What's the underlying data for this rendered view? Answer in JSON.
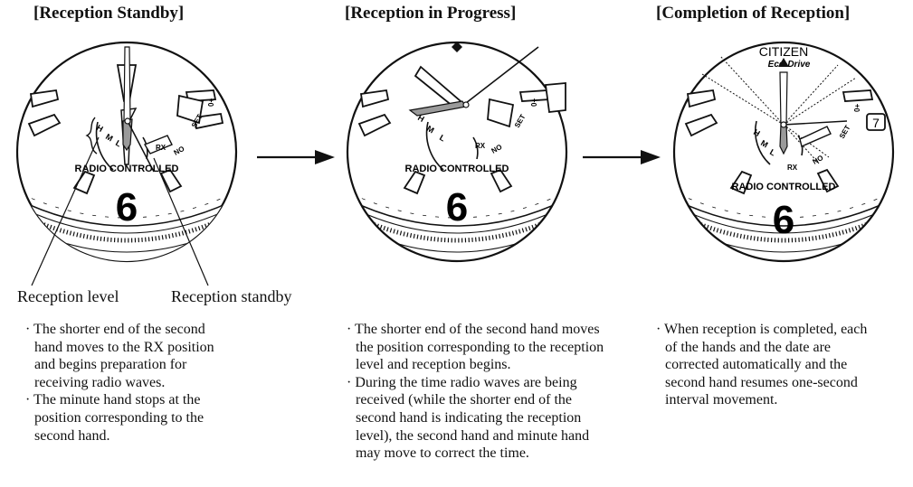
{
  "panels": [
    {
      "heading": "[Reception Standby]",
      "description": [
        "· The shorter end of the second hand moves to the RX position and begins preparation for receiving radio waves.",
        "· The minute hand stops at the position corresponding to the second hand."
      ]
    },
    {
      "heading": "[Reception in Progress]",
      "description": [
        "· The shorter end of the second hand moves the position corresponding to the reception level and reception begins.",
        "· During the time radio waves are being received (while the shorter end of the second hand is indicating the reception level), the second hand and minute hand may move to correct the time."
      ]
    },
    {
      "heading": "[Completion of Reception]",
      "description": [
        "· When reception is completed, each of the hands and the date are corrected automatically and the second hand resumes one-second interval movement."
      ]
    }
  ],
  "callouts": {
    "reception_level": "Reception level",
    "reception_standby": "Reception standby"
  },
  "dial": {
    "radio_text": "RADIO CONTROLLED",
    "hour_numeral": "6",
    "level_h": "H",
    "level_m": "M",
    "level_l": "L",
    "rx": "RX",
    "no": "NO",
    "set": "SET",
    "zero_plus": "0+",
    "date": "7",
    "brand": "CITIZEN",
    "brand_sub": "Eco-Drive"
  },
  "colors": {
    "ink": "#111111",
    "hand_fill": "#9a9a9a",
    "background": "#ffffff"
  }
}
